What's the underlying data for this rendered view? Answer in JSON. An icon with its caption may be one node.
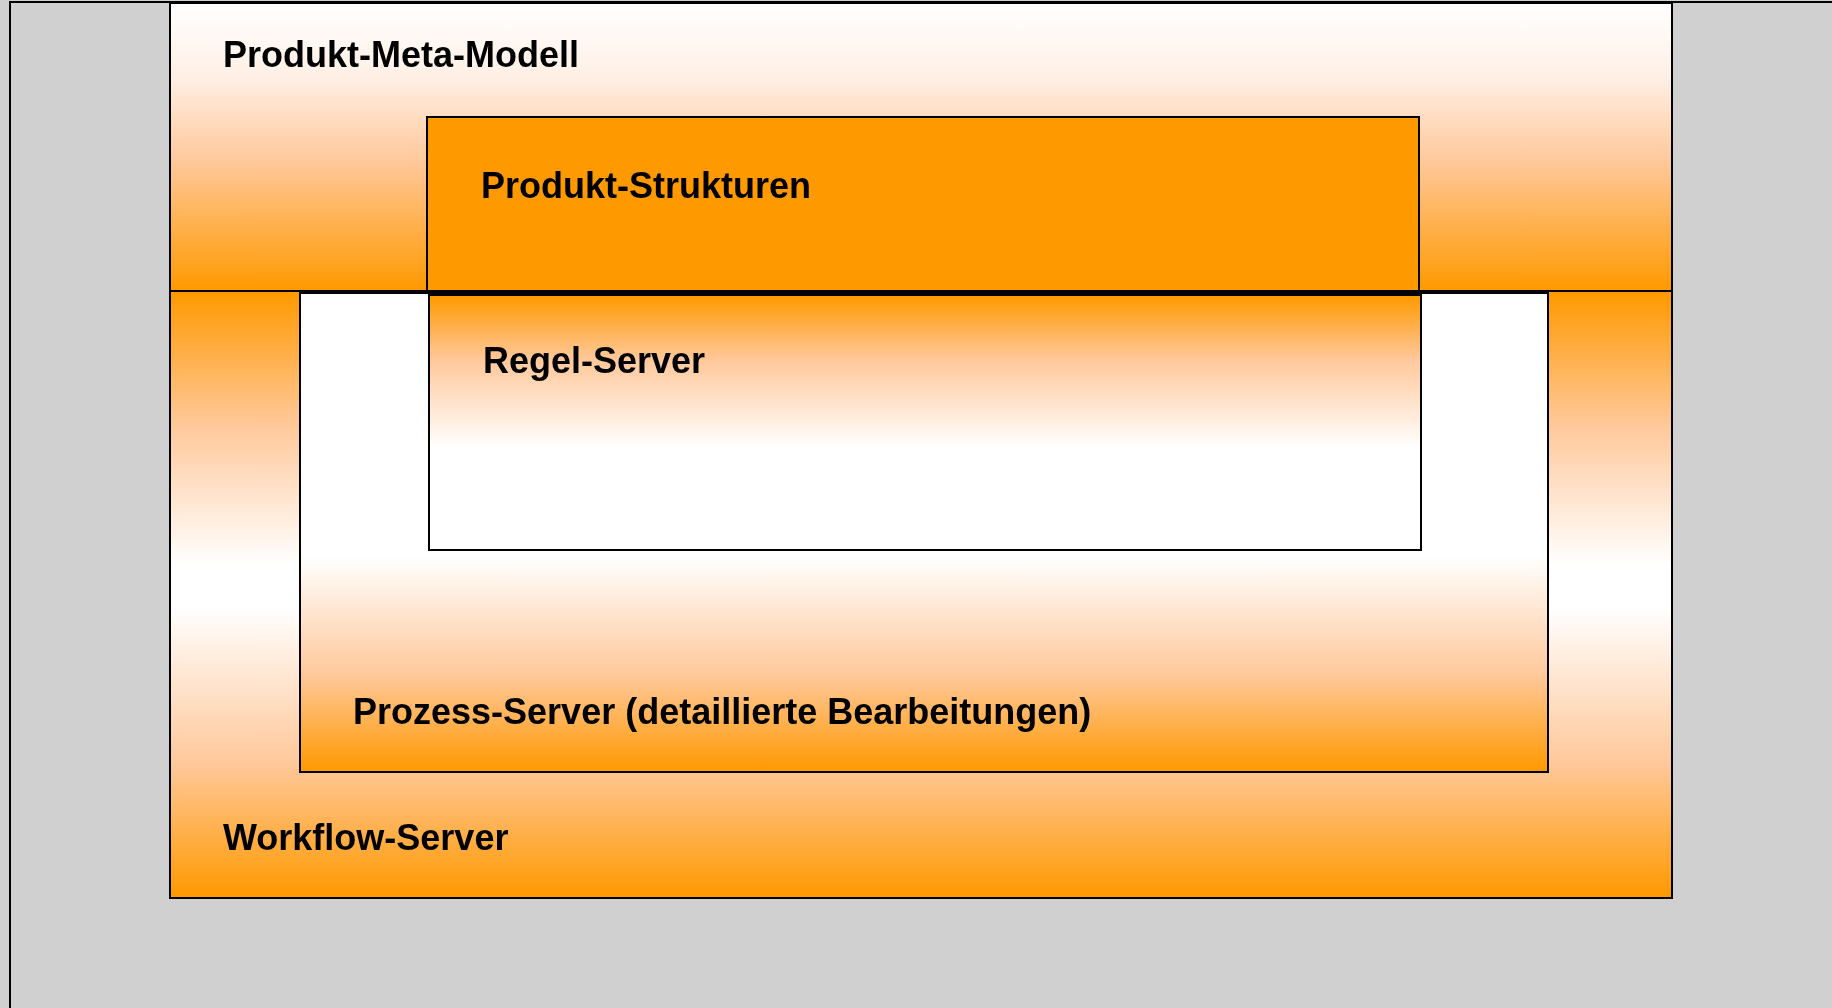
{
  "diagram": {
    "nodes": [
      {
        "text": [
          "Produkt-Meta-Modell"
        ]
      },
      {
        "text": [
          "Produkt-Strukturen"
        ],
        "in": 0
      },
      {
        "text": [
          "Workflow-Server"
        ]
      },
      {
        "text": [
          "Prozess-Server (detaillierte Bearbeitungen)"
        ],
        "in": 2
      },
      {
        "text": [
          "Regel-Server"
        ],
        "in": 3
      }
    ]
  }
}
